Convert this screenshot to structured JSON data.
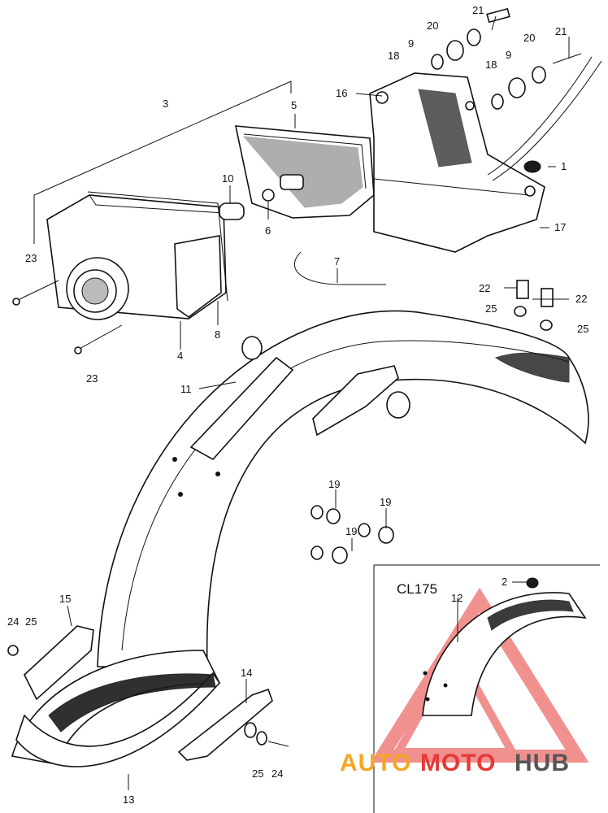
{
  "callouts": {
    "c1": "1",
    "c2": "2",
    "c3": "3",
    "c4": "4",
    "c5": "5",
    "c6": "6",
    "c7": "7",
    "c8": "8",
    "c9a": "9",
    "c9b": "9",
    "c10": "10",
    "c11": "11",
    "c12": "12",
    "c13": "13",
    "c14": "14",
    "c15": "15",
    "c16": "16",
    "c17": "17",
    "c18a": "18",
    "c18b": "18",
    "c19a": "19",
    "c19b": "19",
    "c19c": "19",
    "c20a": "20",
    "c20b": "20",
    "c21a": "21",
    "c21b": "21",
    "c22a": "22",
    "c22b": "22",
    "c23a": "23",
    "c23b": "23",
    "c24a": "24",
    "c24b": "24",
    "c25a": "25",
    "c25b": "25",
    "c25c": "25",
    "c25d": "25"
  },
  "inset": {
    "model_label": "CL175"
  },
  "watermark": {
    "part1": "AUTO",
    "part2": "MOTO",
    "part3": "HUB",
    "color1": "#f5a623",
    "color2": "#e53935",
    "color3": "#555555"
  }
}
